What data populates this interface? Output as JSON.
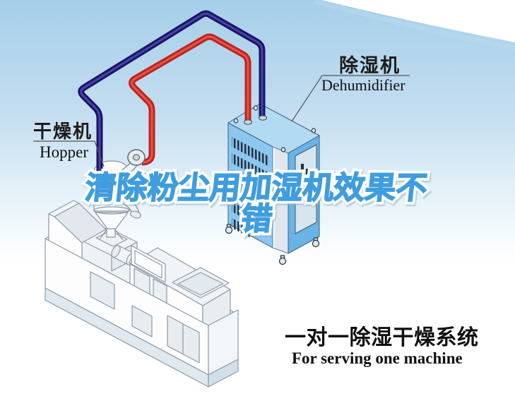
{
  "labels": {
    "hopper": {
      "zh": "干燥机",
      "en": "Hopper"
    },
    "dehumidifier": {
      "zh": "除湿机",
      "en": "Dehumidifier"
    }
  },
  "watermark": {
    "line1": "清除粉尘用加湿机效果不",
    "line2": "错",
    "color": "#3f9dde"
  },
  "caption": {
    "zh": "一对一除湿干燥系统",
    "en": "For serving one machine"
  },
  "colors": {
    "sky_top": "#a6d0ea",
    "hose_red": "#bf231d",
    "hose_red_highlight": "#e2564c",
    "hose_navy": "#1b1464",
    "hose_navy_highlight": "#4544a8",
    "dehumidifier_front": "#8cc7ef",
    "dehumidifier_side": "#69b3e5",
    "dehumidifier_top": "#b3daf3"
  }
}
